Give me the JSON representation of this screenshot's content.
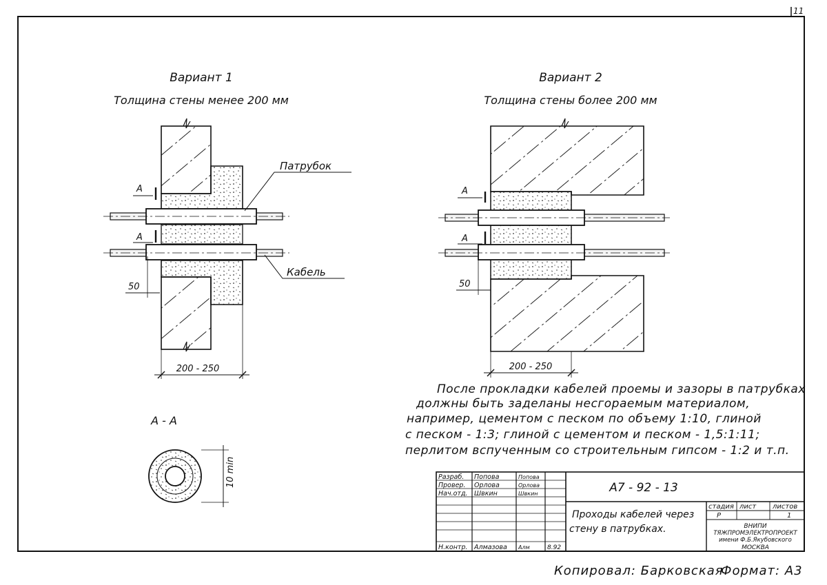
{
  "sheet_number": "11",
  "variant1": {
    "title": "Вариант 1",
    "subtitle": "Толщина стены менее 200 мм",
    "label_sleeve": "Патрубок",
    "label_cable": "Кабель",
    "section_mark": "А",
    "dim_50": "50",
    "dim_width": "200 - 250"
  },
  "variant2": {
    "title": "Вариант 2",
    "subtitle": "Толщина стены более 200 мм",
    "section_mark": "А",
    "dim_50": "50",
    "dim_width": "200 - 250"
  },
  "section": {
    "title": "А - А",
    "dim_label": "10 min"
  },
  "note_lines": [
    "После прокладки кабелей проемы и зазоры в патрубках",
    "должны быть заделаны несгораемым материалом,",
    "например, цементом с песком по объему 1:10, глиной",
    "с песком - 1:3; глиной с цементом и песком - 1,5:1:11;",
    "перлитом вспученным со строительным гипсом - 1:2 и т.п."
  ],
  "title_block": {
    "doc_code": "А7 - 92 - 13",
    "title": "Проходы кабелей через стену в патрубках.",
    "title_line1": "Проходы кабелей через",
    "title_line2": "стену в патрубках.",
    "col_stage": "стадия",
    "col_sheet": "лист",
    "col_sheets": "листов",
    "stage": "Р",
    "sheets": "1",
    "org_line1": "ВНИПИ",
    "org_line2": "ТЯЖПРОМЭЛЕКТРОПРОЕКТ",
    "org_line3": "имени Ф.Б.Якубовского",
    "org_line4": "МОСКВА",
    "signatures": [
      {
        "role": "Разраб.",
        "name": "Попова",
        "sign": "Попова",
        "date": ""
      },
      {
        "role": "Провер.",
        "name": "Орлова",
        "sign": "Орлова",
        "date": ""
      },
      {
        "role": "Нач.отд.",
        "name": "Швкин",
        "sign": "Швкин",
        "date": ""
      },
      {
        "role": "Н.контр.",
        "name": "Алмазова",
        "sign": "Алм",
        "date": "8.92"
      }
    ]
  },
  "copied_by": "Копировал: Барковская",
  "format": "Формат: А3"
}
